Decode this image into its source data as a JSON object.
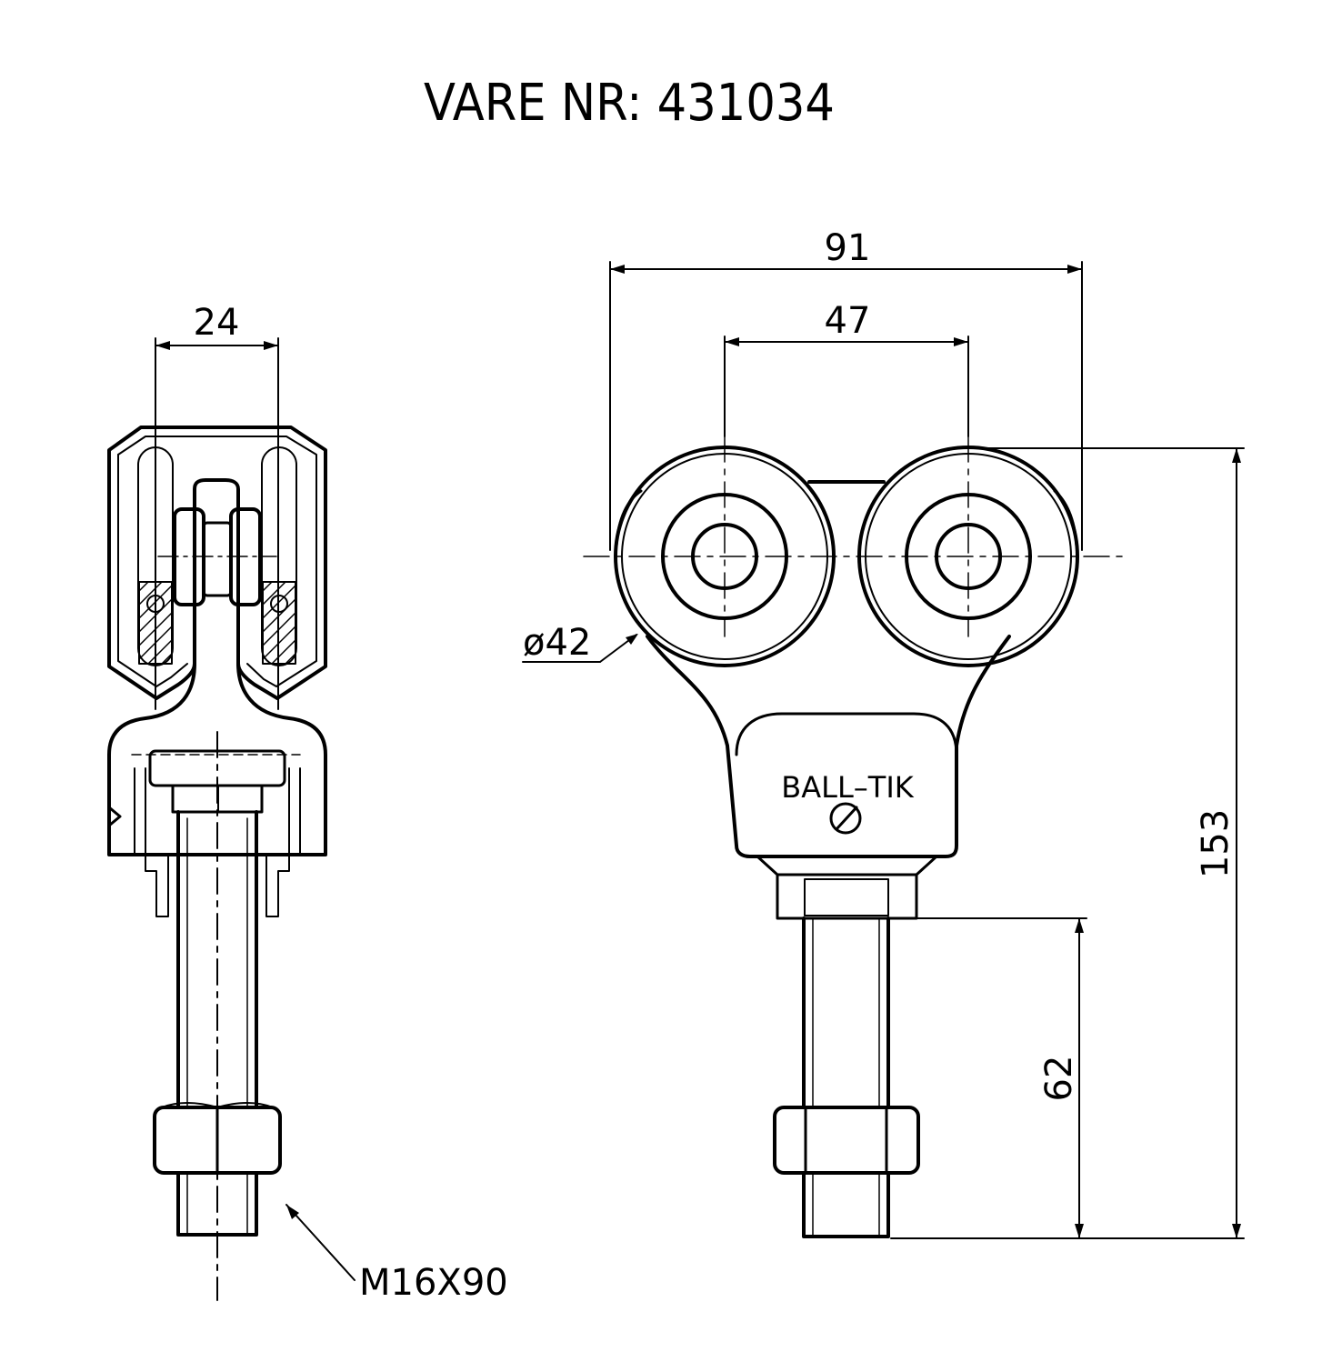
{
  "title": "VARE NR: 431034",
  "dimensions": {
    "width_side": "24",
    "overall_width": "91",
    "wheel_spacing": "47",
    "wheel_diameter": "ø42",
    "total_height": "153",
    "bolt_length": "62"
  },
  "labels": {
    "bolt_spec": "M16X90",
    "brand": "BALL–TIK"
  },
  "colors": {
    "line": "#000000",
    "background": "#ffffff"
  }
}
